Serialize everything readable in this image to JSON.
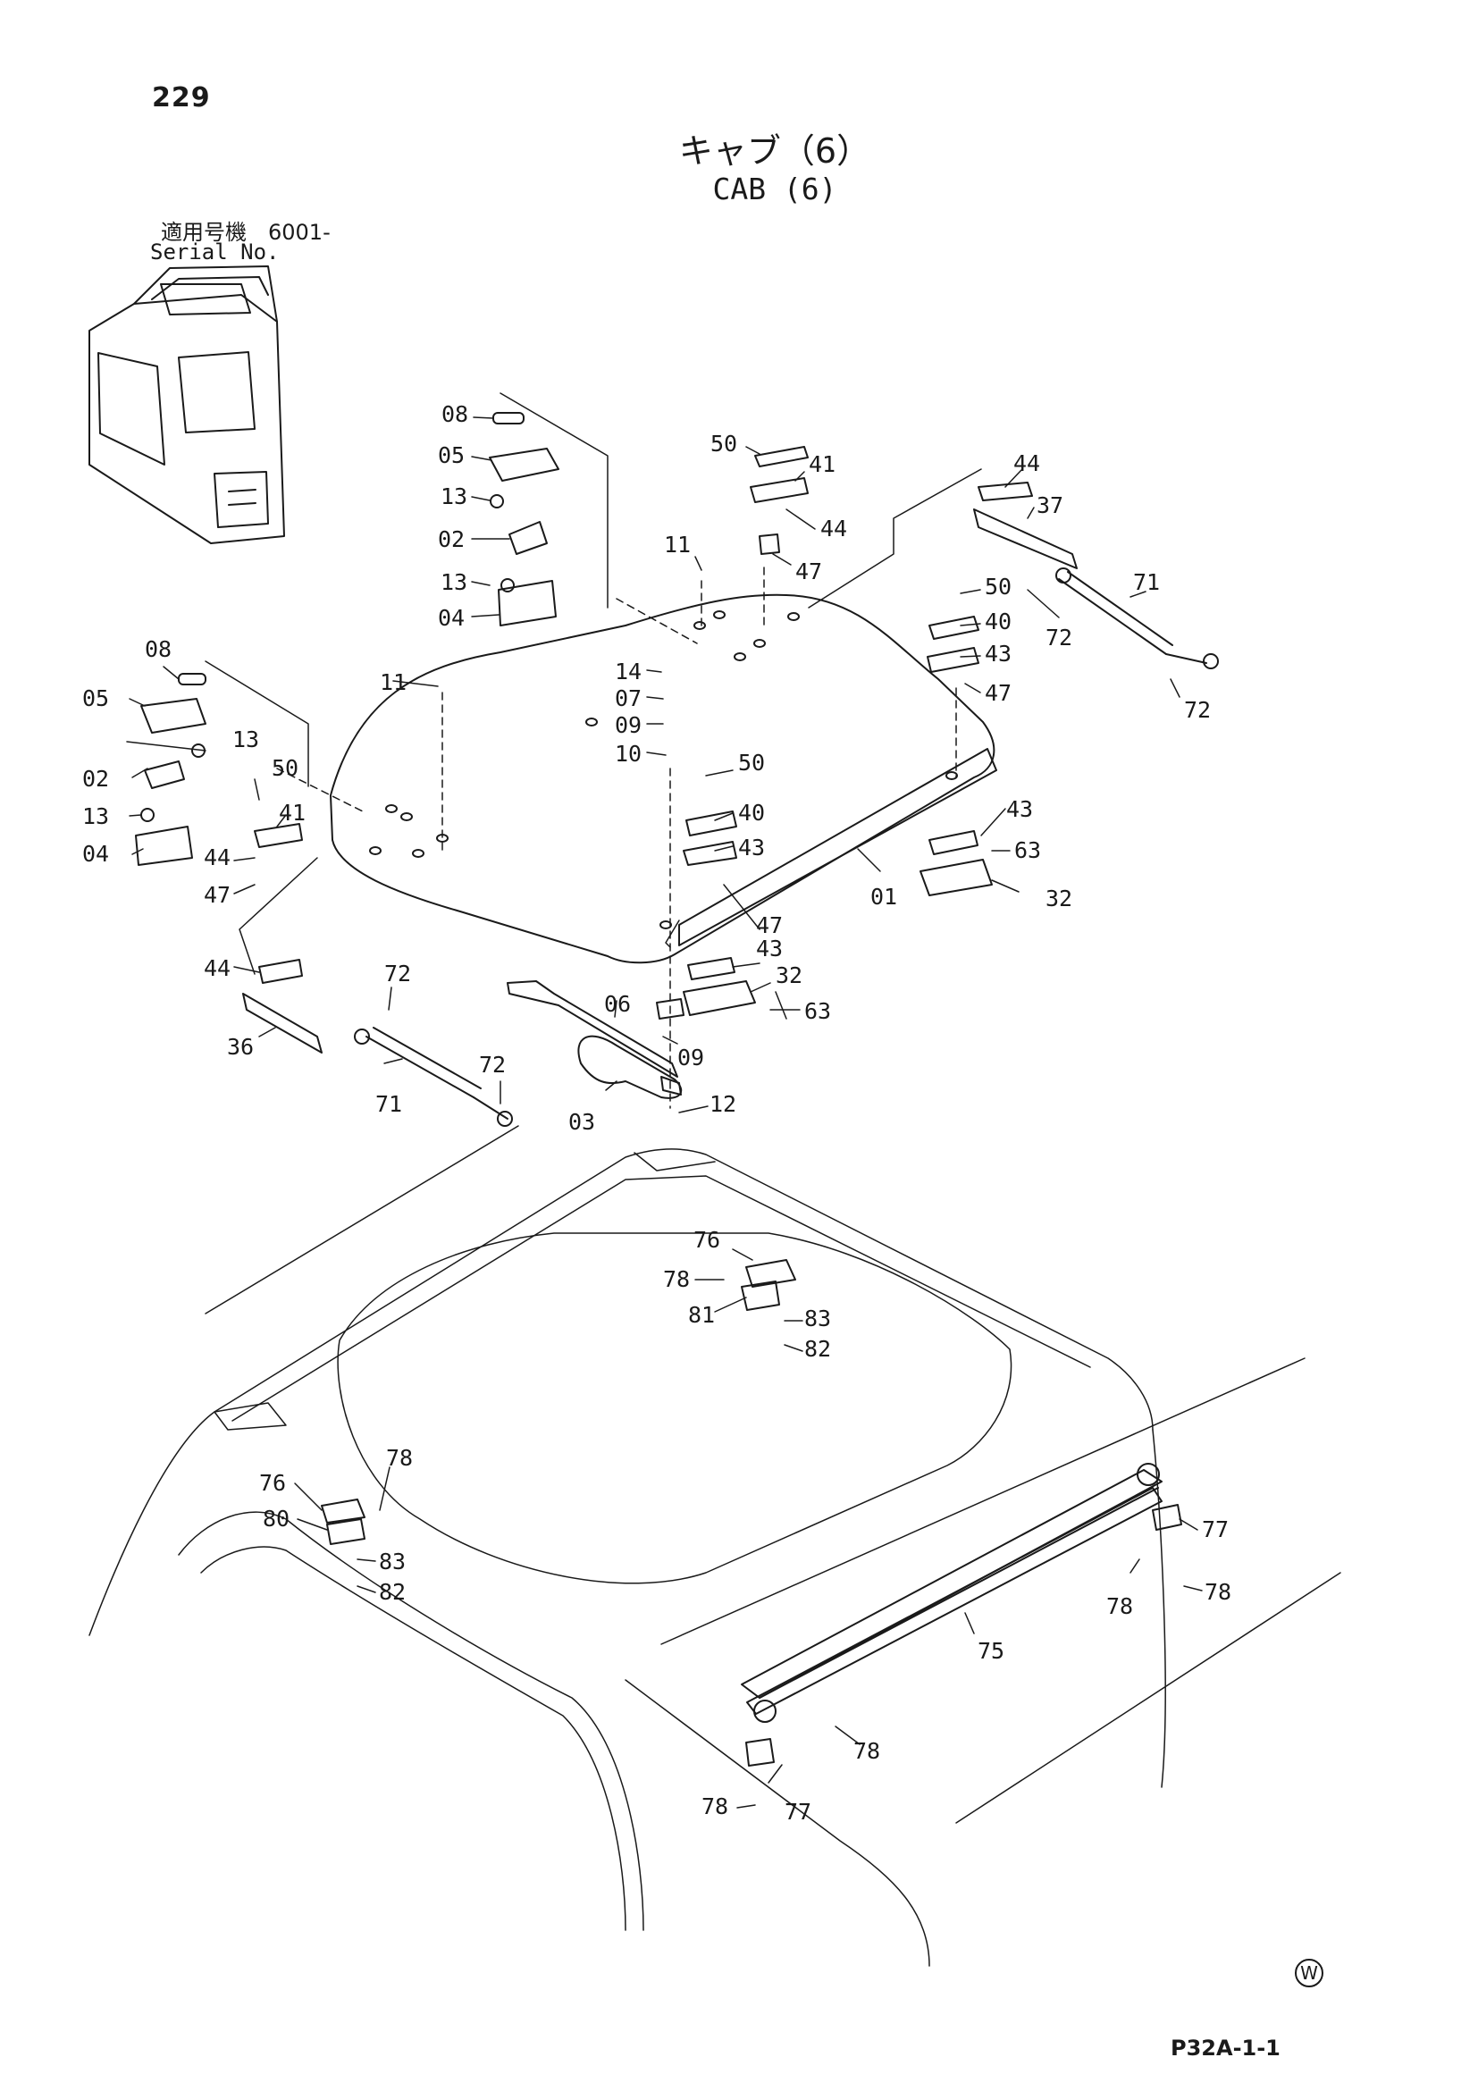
{
  "page_number": "229",
  "title_jp": "キャブ（6）",
  "title_en": "CAB (6)",
  "serial_jp": "適用号機　6001-",
  "serial_en": "Serial No.",
  "watermark": "W",
  "figure_code": "P32A-1-1",
  "callouts": [
    "08",
    "05",
    "13",
    "02",
    "13",
    "04",
    "50",
    "41",
    "44",
    "47",
    "11",
    "44",
    "37",
    "50",
    "40",
    "43",
    "47",
    "71",
    "72",
    "72",
    "08",
    "05",
    "13",
    "02",
    "13",
    "04",
    "11",
    "14",
    "07",
    "09",
    "10",
    "50",
    "40",
    "43",
    "50",
    "41",
    "44",
    "47",
    "43",
    "63",
    "32",
    "01",
    "47",
    "43",
    "32",
    "63",
    "44",
    "36",
    "72",
    "71",
    "72",
    "06",
    "09",
    "03",
    "12",
    "76",
    "78",
    "81",
    "83",
    "82",
    "78",
    "76",
    "80",
    "83",
    "82",
    "77",
    "78",
    "78",
    "75",
    "78",
    "77",
    "78"
  ]
}
